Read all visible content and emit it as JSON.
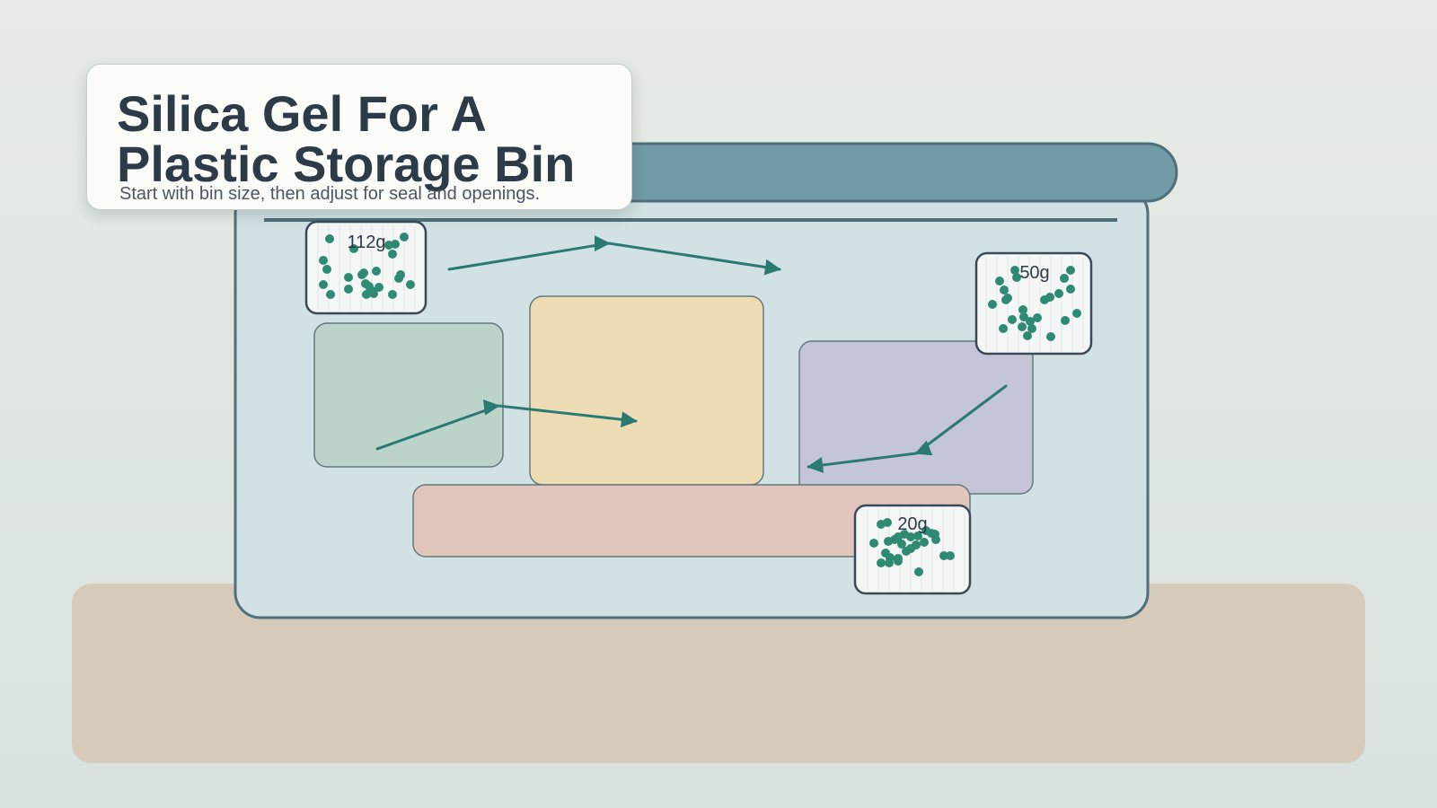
{
  "header": {
    "title": "Silica Gel For A Plastic Storage Bin",
    "subtitle": "Start with bin size, then adjust for seal and openings."
  },
  "sachets": [
    {
      "label": "112g"
    },
    {
      "label": "50g"
    },
    {
      "label": "20g"
    }
  ],
  "colors": {
    "lid": "#6f9aa6",
    "bin_fill": "#d2e1e3",
    "bin_stroke": "#4f6f7a",
    "shelf": "#d6cbb9",
    "flow_arrow": "#2b7a72",
    "bead": "#2f8a74",
    "item_green": "#bbd3c9",
    "item_yellow": "#eedcb5",
    "item_purple": "#c4c6d8",
    "item_pink": "#e2c6bd"
  }
}
